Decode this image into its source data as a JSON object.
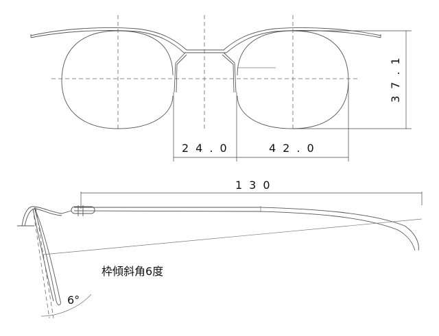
{
  "front_view": {
    "dimensions": {
      "bridge_width": "24.0",
      "lens_width": "42.0",
      "lens_height": "37.1"
    }
  },
  "side_view": {
    "dimensions": {
      "temple_length": "130"
    },
    "tilt_angle_label": "6°",
    "tilt_caption": "枠傾斜角6度"
  }
}
